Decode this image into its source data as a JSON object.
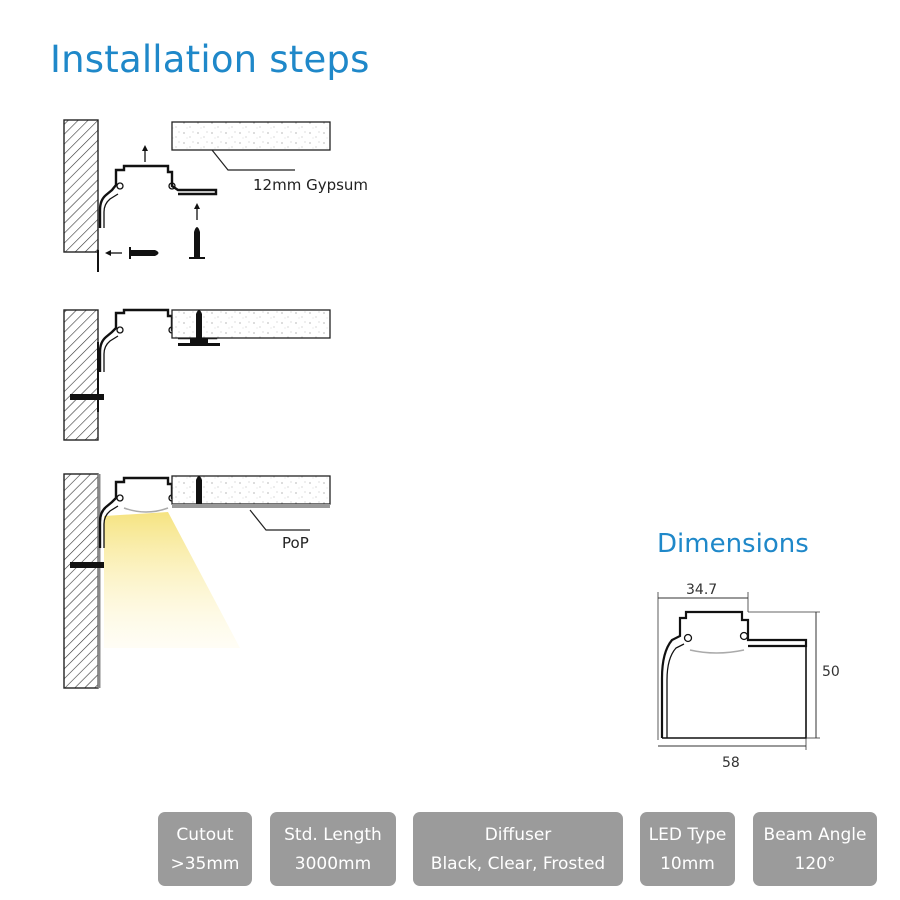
{
  "header": {
    "title": "Installation steps"
  },
  "installation": {
    "gypsum_label": "12mm Gypsum",
    "pop_label": "PoP"
  },
  "dimensions": {
    "title": "Dimensions",
    "cutout_width": "34.7",
    "height": "50",
    "width": "58"
  },
  "specs": [
    {
      "label": "Cutout",
      "value": ">35mm"
    },
    {
      "label": "Std. Length",
      "value": "3000mm"
    },
    {
      "label": "Diffuser",
      "value": "Black, Clear, Frosted"
    },
    {
      "label": "LED Type",
      "value": "10mm"
    },
    {
      "label": "Beam Angle",
      "value": "120°"
    }
  ],
  "colors": {
    "title_blue": "#1f88c9",
    "spec_gray": "#9b9b9b",
    "light_yellow": "#f5e27a"
  }
}
